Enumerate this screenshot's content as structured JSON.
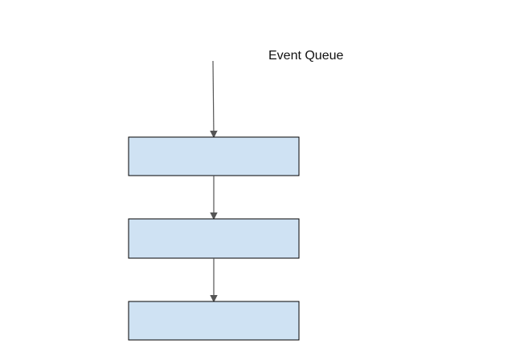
{
  "diagram": {
    "title": "Event Queue",
    "nodes": [
      {
        "id": "node-1",
        "text": ""
      },
      {
        "id": "node-2",
        "text": ""
      },
      {
        "id": "node-3",
        "text": ""
      }
    ],
    "edges": [
      {
        "from": "title",
        "to": "node-1"
      },
      {
        "from": "node-1",
        "to": "node-2"
      },
      {
        "from": "node-2",
        "to": "node-3"
      }
    ],
    "colors": {
      "node_fill": "#cfe2f3",
      "node_stroke": "#000000",
      "arrow": "#555555"
    }
  }
}
